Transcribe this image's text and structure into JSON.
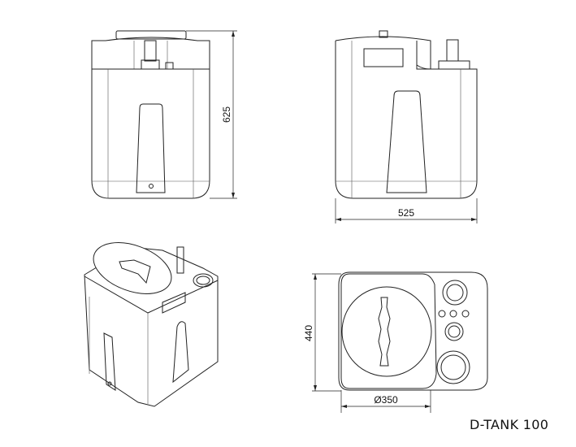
{
  "dimensions": {
    "height": "625",
    "width": "525",
    "depth": "440",
    "lid_diameter": "Ø350"
  },
  "title": "D-TANK 100",
  "colors": {
    "line": "#222222",
    "background": "#ffffff"
  }
}
